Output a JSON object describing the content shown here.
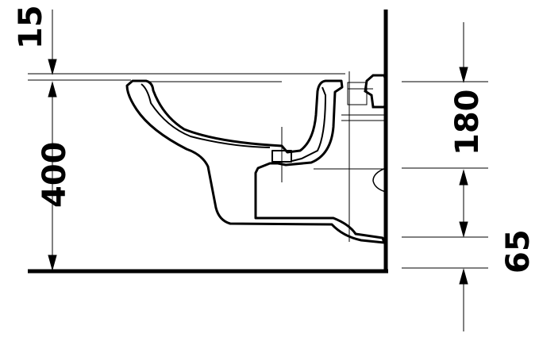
{
  "dimensions": {
    "top_offset": "15",
    "rim_height": "400",
    "outlet_height": "180",
    "gap_height": "65"
  },
  "colors": {
    "line": "#000000",
    "background": "#ffffff"
  }
}
